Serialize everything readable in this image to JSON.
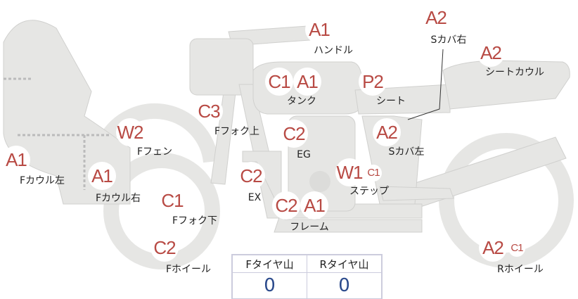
{
  "parts": [
    {
      "name": "handle",
      "codes": [
        "A1"
      ],
      "label": "ハンドル"
    },
    {
      "name": "side-cover-right",
      "codes": [
        "A2"
      ],
      "label": "Sカバ右"
    },
    {
      "name": "seat-cowl",
      "codes": [
        "A2"
      ],
      "label": "シートカウル"
    },
    {
      "name": "tank",
      "codes": [
        "C1",
        "A1"
      ],
      "label": "タンク"
    },
    {
      "name": "seat",
      "codes": [
        "P2"
      ],
      "label": "シート"
    },
    {
      "name": "front-fork-upper",
      "codes": [
        "C3"
      ],
      "label": "Fフォク上"
    },
    {
      "name": "engine",
      "codes": [
        "C2"
      ],
      "label": "EG"
    },
    {
      "name": "side-cover-left",
      "codes": [
        "A2"
      ],
      "label": "Sカバ左"
    },
    {
      "name": "front-fender",
      "codes": [
        "W2"
      ],
      "label": "Fフェン"
    },
    {
      "name": "front-cowl-left",
      "codes": [
        "A1"
      ],
      "label": "Fカウル左"
    },
    {
      "name": "front-cowl-right",
      "codes": [
        "A1"
      ],
      "label": "Fカウル右"
    },
    {
      "name": "exhaust",
      "codes": [
        "C2"
      ],
      "label": "EX"
    },
    {
      "name": "step",
      "codes": [
        "W1",
        "C1"
      ],
      "label": "ステップ"
    },
    {
      "name": "front-fork-lower",
      "codes": [
        "C1"
      ],
      "label": "Fフォク下"
    },
    {
      "name": "frame",
      "codes": [
        "C2",
        "A1"
      ],
      "label": "フレーム"
    },
    {
      "name": "front-wheel",
      "codes": [
        "C2"
      ],
      "label": "Fホイール"
    },
    {
      "name": "rear-wheel",
      "codes": [
        "A2",
        "C1"
      ],
      "label": "Rホイール"
    }
  ],
  "tread": {
    "front_label": "Fタイヤ山",
    "rear_label": "Rタイヤ山",
    "front_value": "0",
    "rear_value": "0"
  },
  "colors": {
    "code": "#b84a44",
    "part_fill": "#e6e6e4",
    "value": "#2b4a8c"
  }
}
